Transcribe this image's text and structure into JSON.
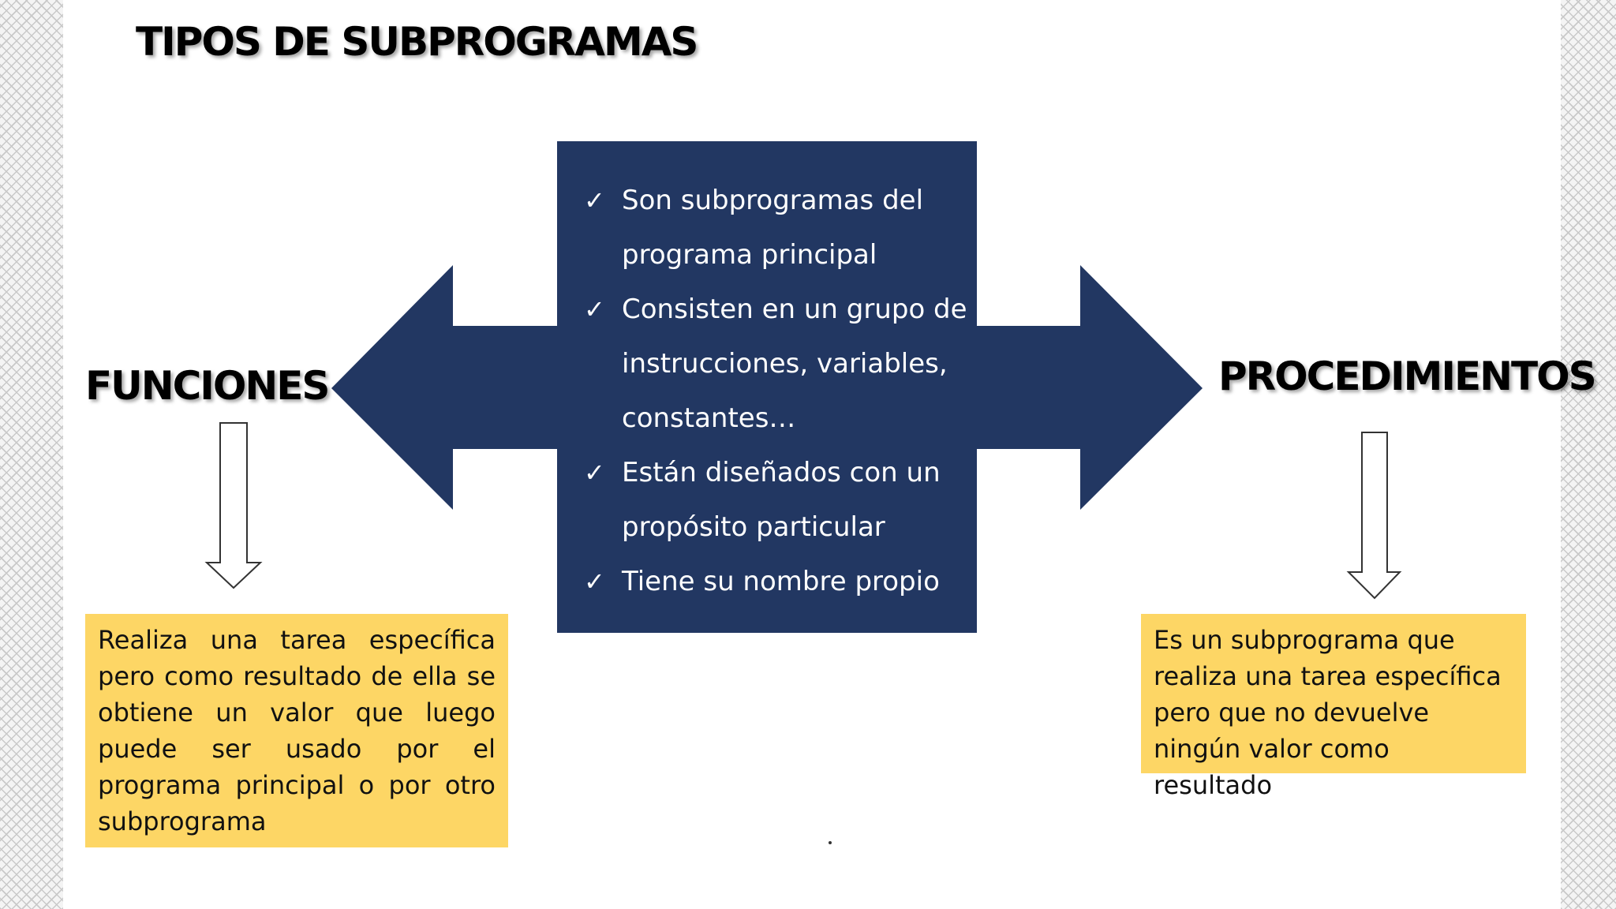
{
  "title": "TIPOS DE SUBPROGRAMAS",
  "left_label": "FUNCIONES",
  "right_label": "PROCEDIMIENTOS",
  "center_items": [
    "Son subprogramas del programa principal",
    "Consisten en un grupo de instrucciones, variables, constantes…",
    "Están diseñados con un propósito particular",
    "Tiene su nombre propio"
  ],
  "check_glyph": "✓",
  "funciones_desc": "Realiza una tarea específica pero como resultado de ella se obtiene un valor que luego puede ser usado por el programa principal o por otro subprograma",
  "procedimientos_desc": "Es un subprograma que realiza una tarea específica pero que no devuelve ningún valor como resultado",
  "colors": {
    "navy": "#223762",
    "yellow_box": "#fdd665",
    "text_dark": "#000000",
    "text_light": "#ffffff"
  }
}
